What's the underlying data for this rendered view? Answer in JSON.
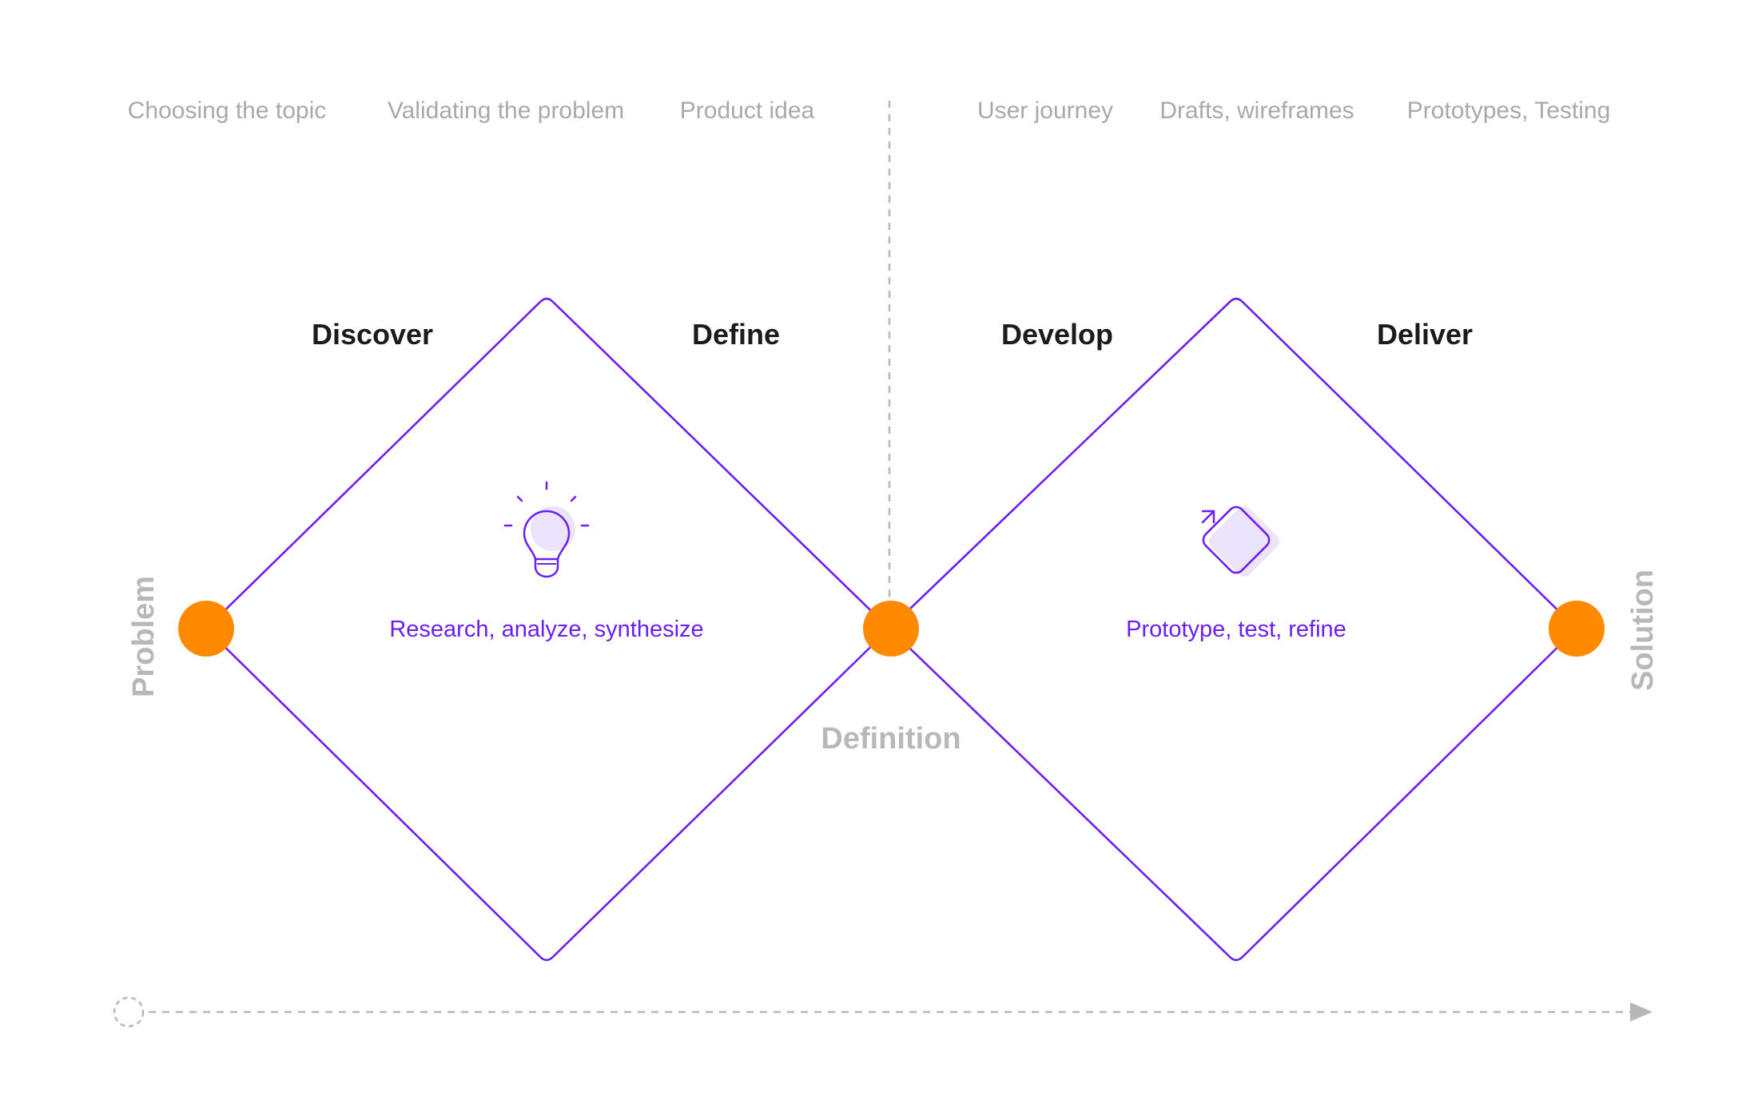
{
  "steps": {
    "left": [
      "Choosing the topic",
      "Validating the problem",
      "Product idea"
    ],
    "right": [
      "User journey",
      "Drafts, wireframes",
      "Prototypes, Testing"
    ]
  },
  "phases": {
    "discover": "Discover",
    "define": "Define",
    "develop": "Develop",
    "deliver": "Deliver"
  },
  "diamonds": {
    "first": {
      "label": "Research, analyze, synthesize",
      "icon": "lightbulb-icon"
    },
    "second": {
      "label": "Prototype, test, refine",
      "icon": "rotate-square-icon"
    }
  },
  "axis": {
    "start": "Problem",
    "middle": "Definition",
    "end": "Solution"
  },
  "colors": {
    "accent": "#6a1ff5",
    "node": "#ff8a00",
    "muted": "#a9a9a9",
    "icon_fill": "#ece3fd"
  }
}
